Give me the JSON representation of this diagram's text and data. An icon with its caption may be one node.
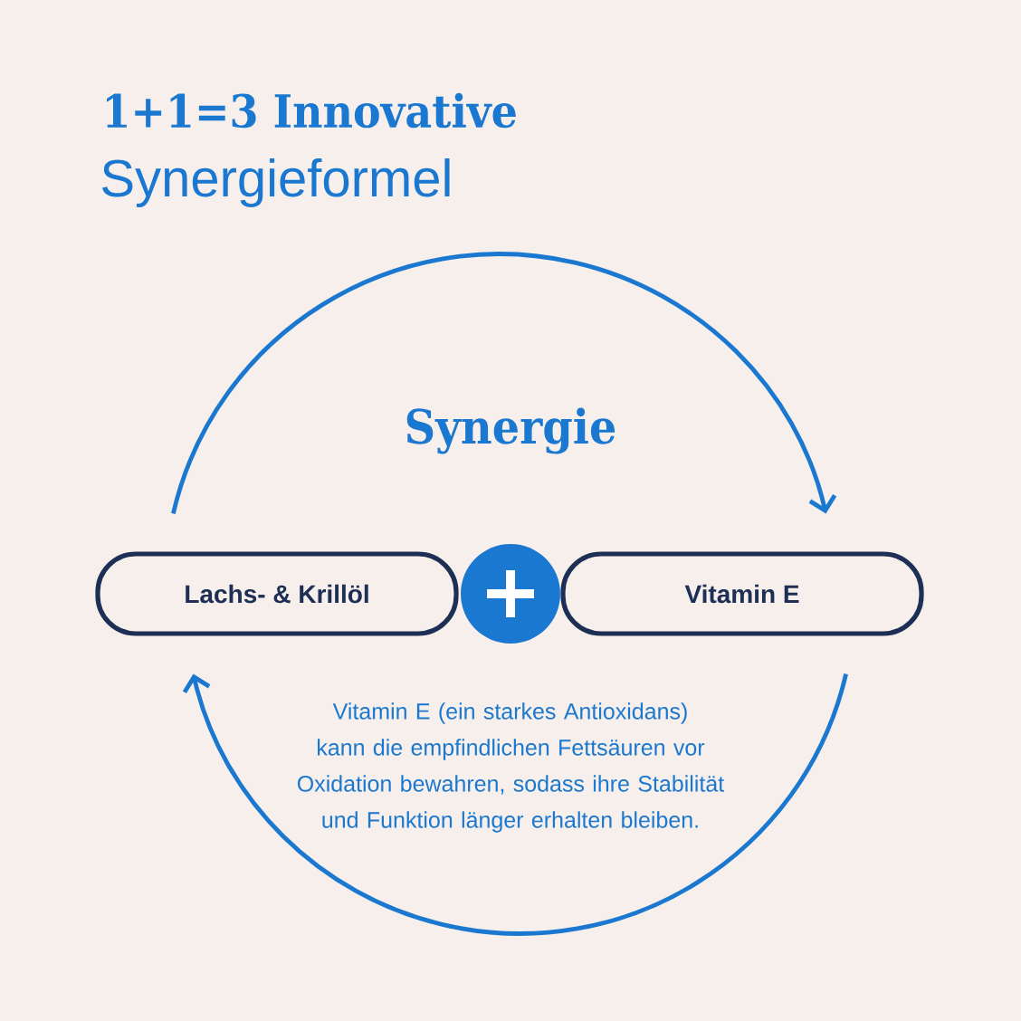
{
  "diagram": {
    "title": "1+1=3 Innovative",
    "nodes": [
      {
        "text": [
          "Lachs- & Krillöl"
        ]
      },
      {
        "text": [],
        "shape": "circle"
      },
      {
        "text": [
          "Vitamin E"
        ]
      }
    ],
    "edges": [
      {
        "from": 0,
        "to": 2,
        "arrow": "to"
      },
      {
        "from": 2,
        "to": 0,
        "arrow": "to"
      }
    ],
    "labels": [
      "Synergieformel",
      "Synergie",
      "Vitamin E (ein starkes Antioxidans) kann die empfindlichen Fettsäuren vor Oxidation bewahren, sodass ihre Stabilität und Funktion länger erhalten bleiben."
    ]
  }
}
